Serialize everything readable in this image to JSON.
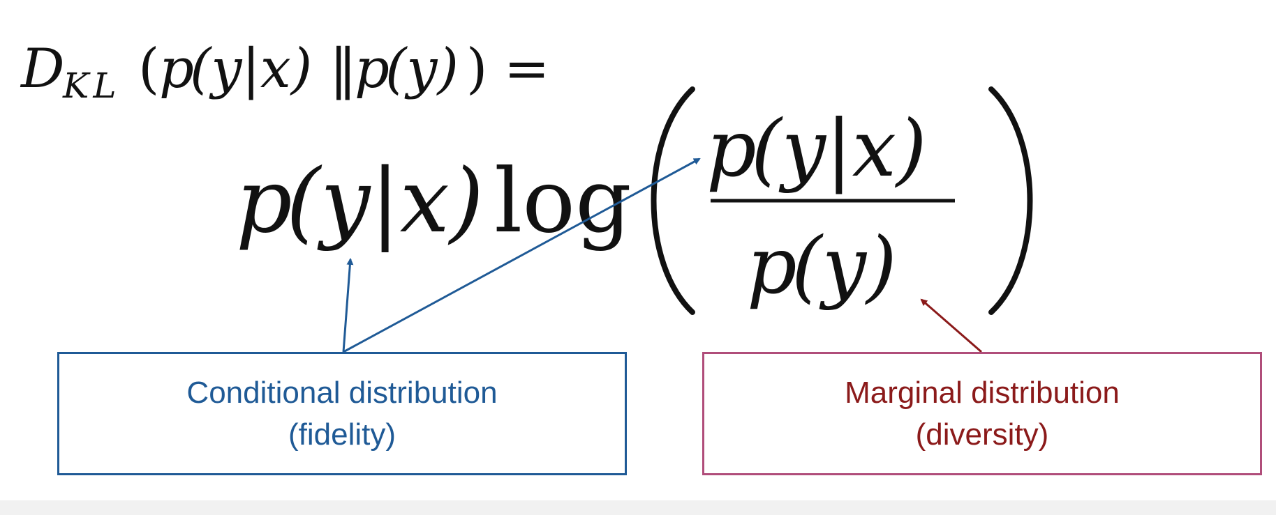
{
  "equation": {
    "lhs": {
      "D": "D",
      "sub": "KL",
      "open": "(",
      "p1": "p",
      "arg1": "(y|x)",
      "norm": "‖",
      "p2": "p",
      "arg2": "(y)",
      "close": ")",
      "equals": "="
    },
    "rhs": {
      "p": "p",
      "arg": "(y|x)",
      "log": "log",
      "numerator_p": "p",
      "numerator_arg": "(y|x)",
      "denominator_p": "p",
      "denominator_arg": "(y)"
    }
  },
  "annotations": {
    "conditional": {
      "line1": "Conditional distribution",
      "line2": "(fidelity)"
    },
    "marginal": {
      "line1": "Marginal distribution",
      "line2": "(diversity)"
    }
  },
  "colors": {
    "conditional": "#1f5a96",
    "marginal_text": "#8b1a1a",
    "marginal_border": "#b04d7a",
    "marginal_arrow": "#8b1a1a",
    "math": "#111111"
  }
}
